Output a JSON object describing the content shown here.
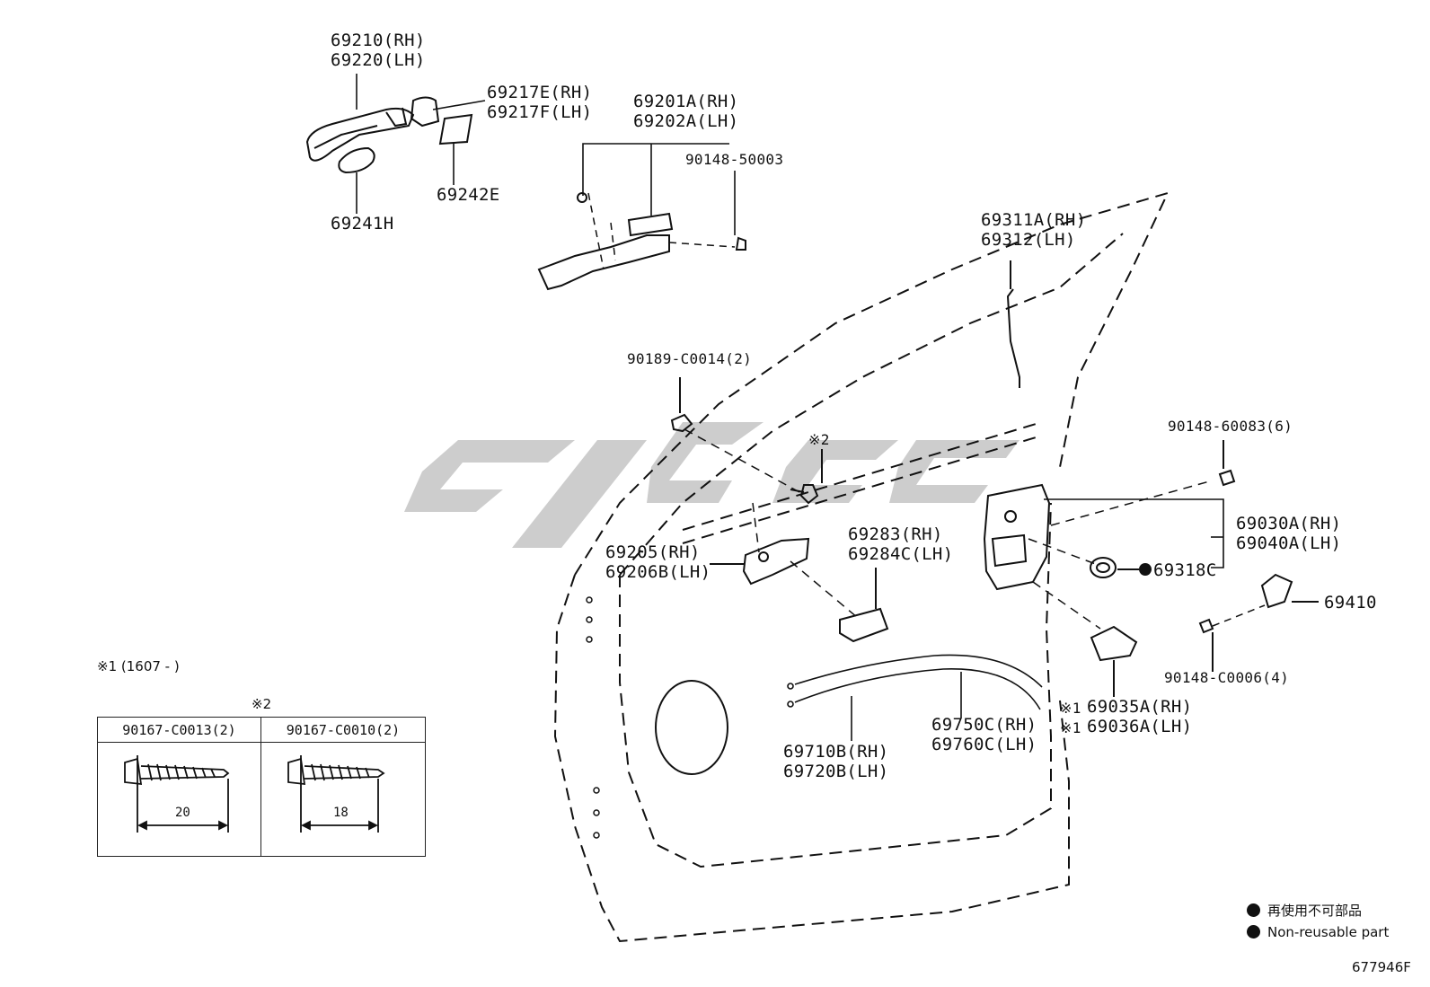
{
  "colors": {
    "line": "#111111",
    "watermark": "#c8c8c8",
    "background": "#ffffff"
  },
  "labels": {
    "handle_rh": "69210(RH)",
    "handle_lh": "69220(LH)",
    "cap_rh": "69217E(RH)",
    "cap_lh": "69217F(LH)",
    "pad_69242": "69242E",
    "pad_69241": "69241H",
    "frame_rh": "69201A(RH)",
    "frame_lh": "69202A(LH)",
    "bolt_50003": "90148-50003",
    "rod_rh": "69311A(RH)",
    "rod_lh": "69312(LH)",
    "clip_c0014": "90189-C0014(2)",
    "note2_a": "※2",
    "screw_60083": "90148-60083(6)",
    "lock_rh": "69030A(RH)",
    "lock_lh": "69040A(LH)",
    "seal_69318": "69318C",
    "inner_handle_rh": "69205(RH)",
    "inner_handle_lh": "69206B(LH)",
    "bezel_rh": "69283(RH)",
    "bezel_lh": "69284C(LH)",
    "striker": "69410",
    "screw_c0006": "90148-C0006(4)",
    "cover_rh": "69035A(RH)",
    "cover_lh": "69036A(LH)",
    "cover_mark": "※1",
    "cable_rh": "69750C(RH)",
    "cable_lh": "69760C(LH)",
    "cable2_rh": "69710B(RH)",
    "cable2_lh": "69720B(LH)"
  },
  "note1": "※1 (1607 -   )",
  "table": {
    "mark": "※2",
    "col1": {
      "part": "90167-C0013(2)",
      "length": "20"
    },
    "col2": {
      "part": "90167-C0010(2)",
      "length": "18"
    }
  },
  "legend": {
    "jp": "再使用不可部品",
    "en": "Non-reusable part"
  },
  "figure_id": "677946F"
}
